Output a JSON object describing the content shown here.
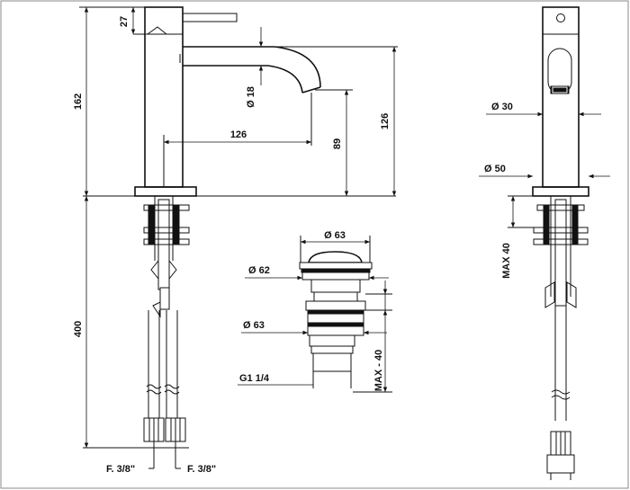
{
  "dimensions": {
    "d27": "27",
    "d162": "162",
    "d18": "Ø 18",
    "d126_h": "126",
    "d126_v": "126",
    "d89": "89",
    "d400": "400",
    "d30": "Ø 30",
    "d50": "Ø 50",
    "max40_right": "MAX 40",
    "d63_top": "Ø 63",
    "d62": "Ø 62",
    "d63_side": "Ø 63",
    "max40_waste": "MAX - 40",
    "g114": "G1 1/4"
  },
  "connections": {
    "left": "F. 3/8\"",
    "right": "F. 3/8\""
  }
}
